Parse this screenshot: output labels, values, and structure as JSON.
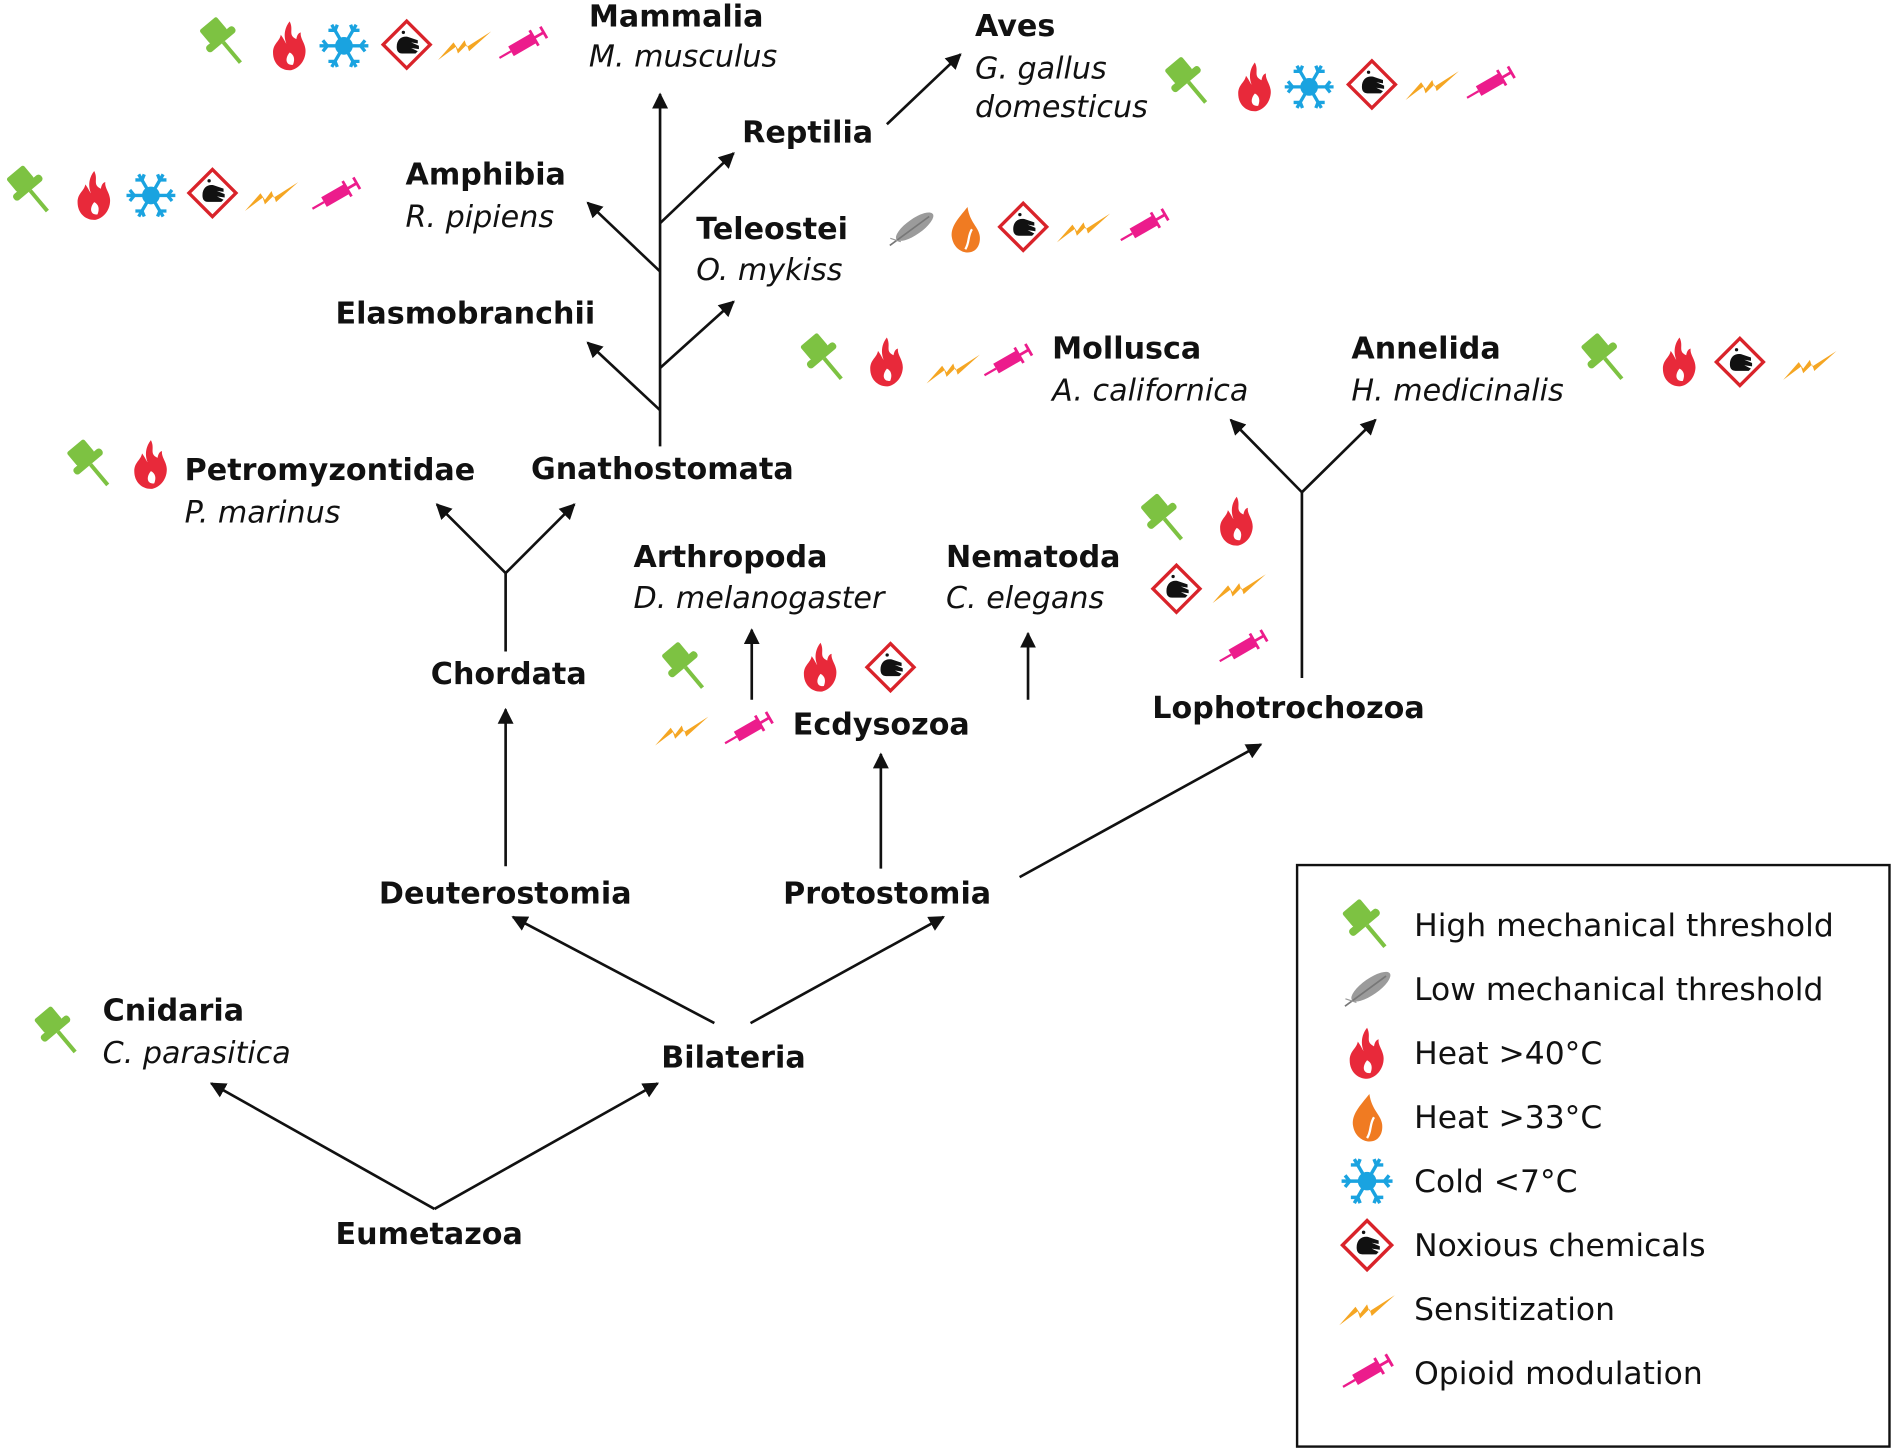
{
  "taxa": {
    "mammalia": {
      "name": "Mammalia",
      "species": "M. musculus",
      "icons": [
        "pin",
        "fire-red",
        "snow",
        "chem",
        "bolt",
        "syringe"
      ]
    },
    "aves": {
      "name": "Aves",
      "species_1": "G. gallus",
      "species_2": "domesticus",
      "icons": [
        "pin",
        "fire-red",
        "snow",
        "chem",
        "bolt",
        "syringe"
      ]
    },
    "reptilia": {
      "name": "Reptilia"
    },
    "amphibia": {
      "name": "Amphibia",
      "species": "R. pipiens",
      "icons": [
        "pin",
        "fire-red",
        "snow",
        "chem",
        "bolt",
        "syringe"
      ]
    },
    "teleostei": {
      "name": "Teleostei",
      "species": "O. mykiss",
      "icons": [
        "feather",
        "fire-orange",
        "chem",
        "bolt",
        "syringe"
      ]
    },
    "elasmobranchii": {
      "name": "Elasmobranchii"
    },
    "mollusca": {
      "name": "Mollusca",
      "species": "A. californica",
      "icons": [
        "pin",
        "fire-red",
        "bolt",
        "syringe"
      ]
    },
    "annelida": {
      "name": "Annelida",
      "species": "H. medicinalis",
      "icons": [
        "pin",
        "fire-red",
        "chem",
        "bolt"
      ]
    },
    "petromyzontidae": {
      "name": "Petromyzontidae",
      "species": "P. marinus",
      "icons": [
        "pin",
        "fire-red"
      ]
    },
    "gnathostomata": {
      "name": "Gnathostomata"
    },
    "arthropoda": {
      "name": "Arthropoda",
      "species": "D. melanogaster",
      "icons": [
        "pin",
        "fire-red",
        "chem",
        "bolt",
        "syringe"
      ]
    },
    "nematoda": {
      "name": "Nematoda",
      "species": "C. elegans",
      "icons": [
        "pin",
        "fire-red",
        "chem",
        "bolt",
        "syringe"
      ]
    },
    "chordata": {
      "name": "Chordata"
    },
    "ecdysozoa": {
      "name": "Ecdysozoa"
    },
    "lophotrochozoa": {
      "name": "Lophotrochozoa"
    },
    "deuterostomia": {
      "name": "Deuterostomia"
    },
    "protostomia": {
      "name": "Protostomia"
    },
    "cnidaria": {
      "name": "Cnidaria",
      "species": "C. parasitica",
      "icons": [
        "pin"
      ]
    },
    "bilateria": {
      "name": "Bilateria"
    },
    "eumetazoa": {
      "name": "Eumetazoa"
    }
  },
  "legend": [
    {
      "icon": "pin",
      "label": "High mechanical threshold"
    },
    {
      "icon": "feather",
      "label": "Low mechanical threshold"
    },
    {
      "icon": "fire-red",
      "label": "Heat >40°C"
    },
    {
      "icon": "fire-orange",
      "label": "Heat >33°C"
    },
    {
      "icon": "snow",
      "label": "Cold <7°C"
    },
    {
      "icon": "chem",
      "label": "Noxious chemicals"
    },
    {
      "icon": "bolt",
      "label": "Sensitization"
    },
    {
      "icon": "syringe",
      "label": "Opioid modulation"
    }
  ],
  "colors": {
    "pin": "#7dc242",
    "feather": "#9b9b9b",
    "fire-red": "#e8293a",
    "fire-orange": "#f07b22",
    "snow": "#1aa3e0",
    "chem": "#d9232a",
    "bolt": "#f5a623",
    "syringe": "#ec1c8c"
  }
}
